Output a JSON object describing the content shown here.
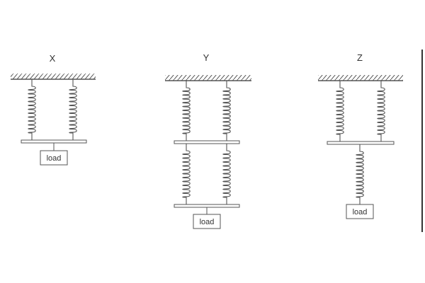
{
  "diagram": {
    "arrangements": [
      {
        "id": "x",
        "label": "X",
        "load_label": "load"
      },
      {
        "id": "y",
        "label": "Y",
        "load_label": "load"
      },
      {
        "id": "z",
        "label": "Z",
        "load_label": "load"
      }
    ],
    "colors": {
      "line": "#555555",
      "text": "#333333",
      "background": "#ffffff"
    }
  }
}
